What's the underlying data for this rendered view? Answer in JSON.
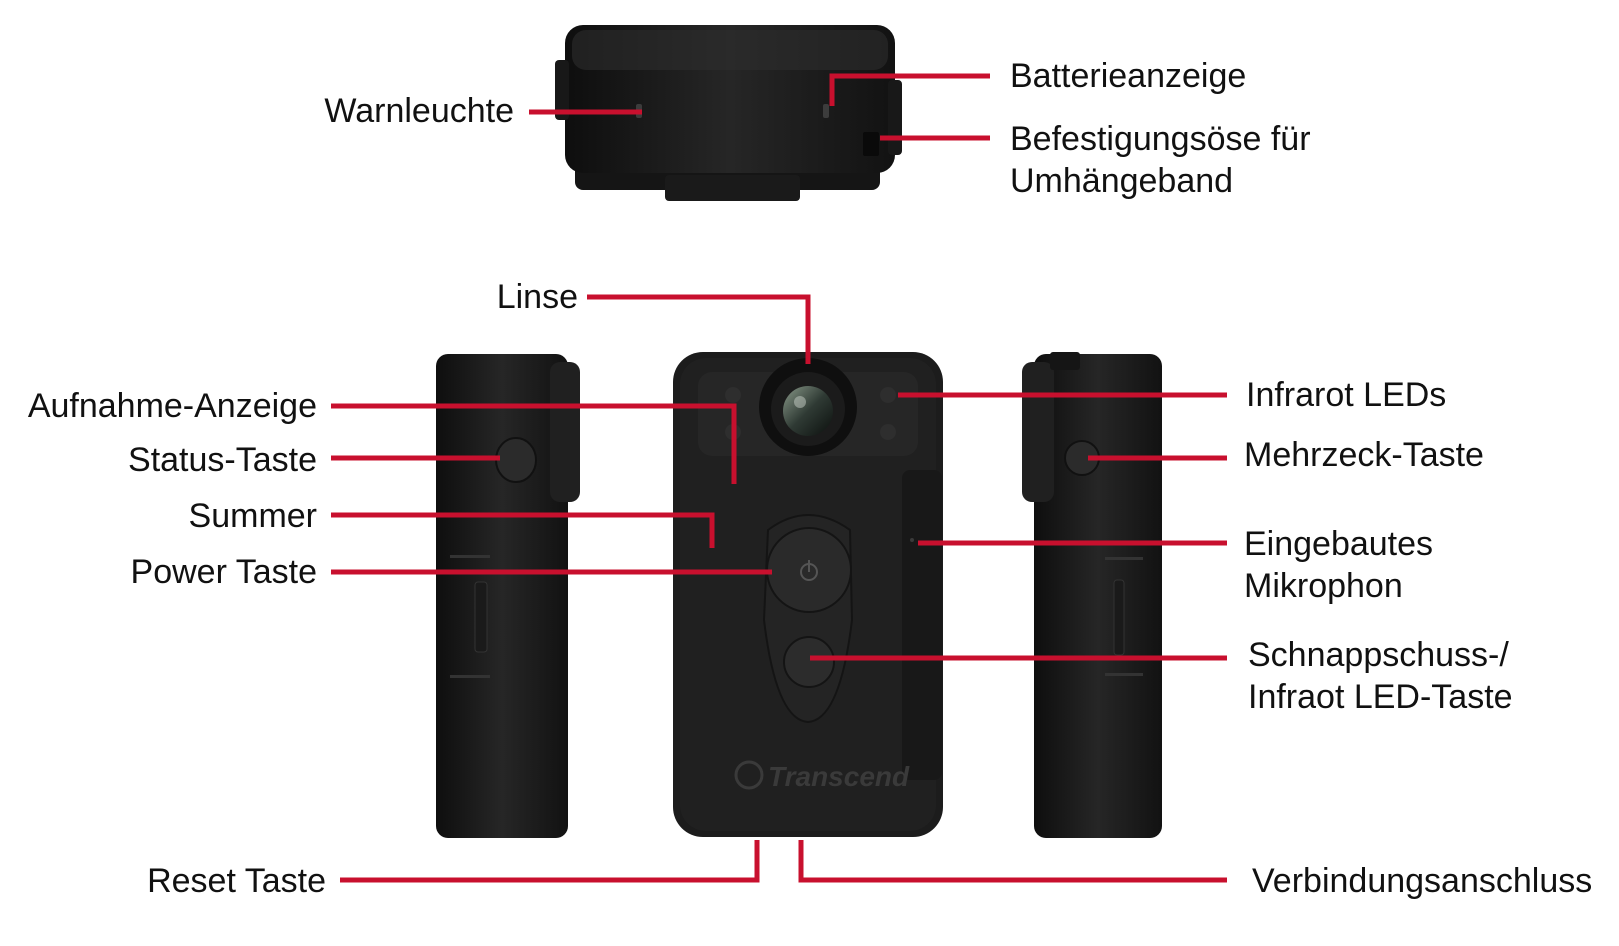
{
  "colors": {
    "leader": "#c8102e",
    "body": "#1c1c1c",
    "body_highlight": "#3a3a3a",
    "label_text": "#111111"
  },
  "device": {
    "brand": "Transcend"
  },
  "labels": {
    "warnleuchte": "Warnleuchte",
    "batterieanzeige": "Batterieanzeige",
    "befestigungsoese_1": "Befestigungsöse für",
    "befestigungsoese_2": "Umhängeband",
    "linse": "Linse",
    "aufnahme_anzeige": "Aufnahme-Anzeige",
    "status_taste": "Status-Taste",
    "summer": "Summer",
    "power_taste": "Power Taste",
    "reset_taste": "Reset Taste",
    "infrarot_leds": "Infrarot LEDs",
    "mehrzeck_taste": "Mehrzeck-Taste",
    "mikrophon_1": "Eingebautes",
    "mikrophon_2": "Mikrophon",
    "schnappschuss_1": "Schnappschuss-/",
    "schnappschuss_2": "Infraot LED-Taste",
    "verbindungsanschluss": "Verbindungsanschluss"
  }
}
